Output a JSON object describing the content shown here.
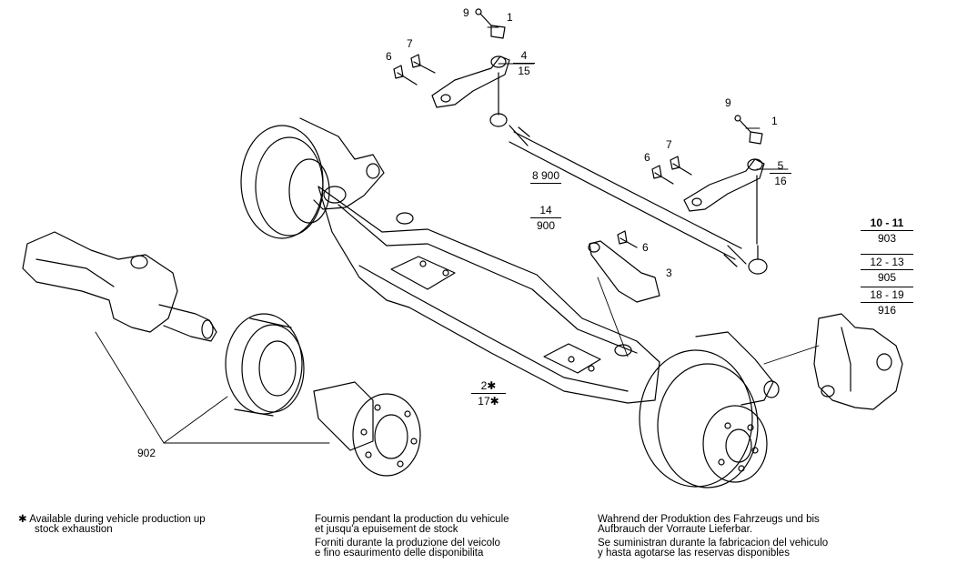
{
  "callouts": {
    "top_9": "9",
    "top_1": "1",
    "top_7": "7",
    "top_6": "6",
    "right_9": "9",
    "right_1": "1",
    "right_7": "7",
    "right_6": "6",
    "mid_6": "6",
    "mid_3": "3",
    "hub_902": "902"
  },
  "fractions": {
    "f_4_15": [
      "4",
      "15"
    ],
    "f_5_16": [
      "5",
      "16"
    ],
    "f_8_900": [
      "8",
      "900"
    ],
    "f_14_900": [
      "14",
      "900"
    ],
    "f_2_17": [
      "2✱",
      "17✱"
    ],
    "f_10_11": [
      "10 - 11",
      "903"
    ],
    "f_12_13": [
      "12 - 13",
      "905"
    ],
    "f_18_19": [
      "18 - 19",
      "916"
    ]
  },
  "footer": {
    "en_line1": "✱ Available during vehicle production up",
    "en_line2": "stock exhaustion",
    "fr_line1": "Fournis pendant la production du vehicule",
    "fr_line2": "et jusqu'a epuisement de stock",
    "it_line1": "Forniti durante la produzione del veicolo",
    "it_line2": "e fino esaurimento delle disponibilita",
    "de_line1": "Wahrend der Produktion des Fahrzeugs und bis",
    "de_line2": "Aufbrauch der Vorraute Lieferbar.",
    "es_line1": "Se suministran durante la fabricacion del vehiculo",
    "es_line2": "y hasta agotarse las reservas disponibles"
  }
}
